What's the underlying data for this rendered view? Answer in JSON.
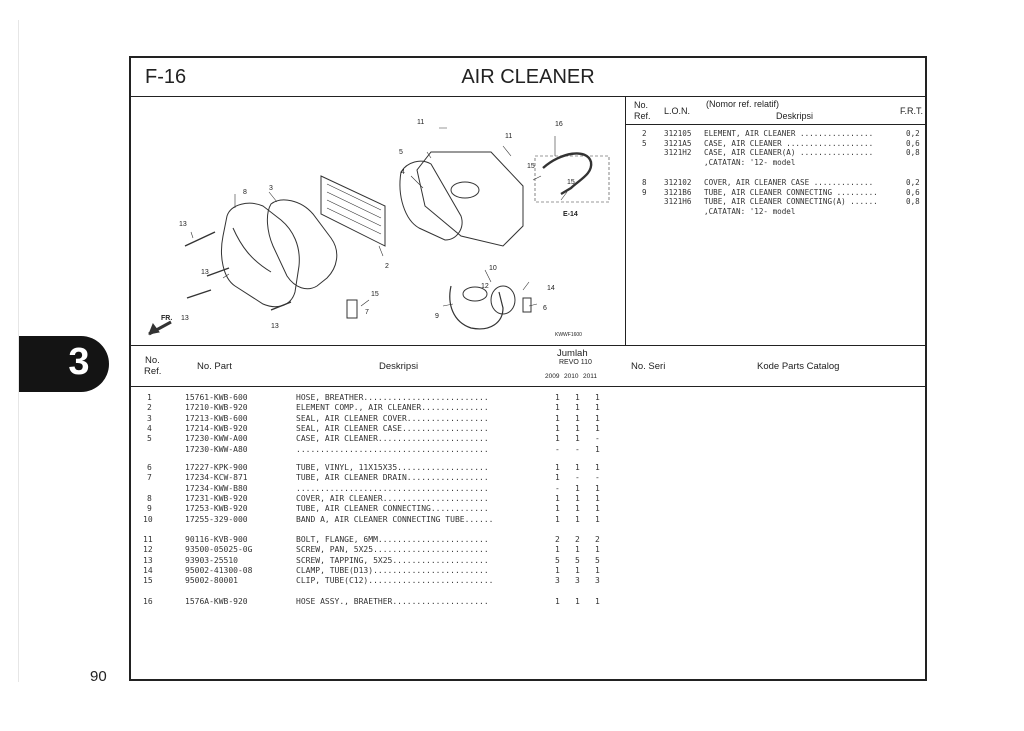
{
  "header": {
    "code": "F-16",
    "title": "AIR CLEANER"
  },
  "side_tab": {
    "number": "3"
  },
  "page_number": "90",
  "figure": {
    "callouts": [
      "16",
      "11",
      "11",
      "5",
      "15",
      "15",
      "E-14",
      "4",
      "8",
      "3",
      "13",
      "2",
      "13",
      "15",
      "7",
      "10",
      "12",
      "14",
      "9",
      "6",
      "13",
      "13",
      "FR."
    ],
    "drawing_code": "KWWF1600"
  },
  "ref_table": {
    "headers": {
      "no": "No.",
      "ref": "Ref.",
      "lon": "L.O.N.",
      "desc_top": "(Nomor ref. relatif)",
      "desc": "Deskripsi",
      "frt": "F.R.T."
    },
    "groups": [
      [
        {
          "no": "2",
          "lon": "312105",
          "desc": "ELEMENT, AIR CLEANER ................",
          "frt": "0,2"
        },
        {
          "no": "5",
          "lon": "3121A5",
          "desc": "CASE, AIR CLEANER ...................",
          "frt": "0,6"
        },
        {
          "no": "",
          "lon": "3121H2",
          "desc": "CASE, AIR CLEANER(A) ................",
          "frt": "0,8"
        },
        {
          "no": "",
          "lon": "",
          "desc": ",CATATAN: '12- model",
          "frt": ""
        }
      ],
      [
        {
          "no": "8",
          "lon": "312102",
          "desc": "COVER, AIR CLEANER CASE .............",
          "frt": "0,2"
        },
        {
          "no": "9",
          "lon": "3121B6",
          "desc": "TUBE, AIR CLEANER CONNECTING .........",
          "frt": "0,6"
        },
        {
          "no": "",
          "lon": "3121H6",
          "desc": "TUBE, AIR CLEANER CONNECTING(A) ......",
          "frt": "0,8"
        },
        {
          "no": "",
          "lon": "",
          "desc": ",CATATAN: '12- model",
          "frt": ""
        }
      ]
    ]
  },
  "parts_table": {
    "headers": {
      "no": "No.",
      "ref": "Ref.",
      "part": "No. Part",
      "desc": "Deskripsi",
      "qty": "Jumlah",
      "model": "REVO 110",
      "years": [
        "2009",
        "2010",
        "2011"
      ],
      "serial": "No. Seri",
      "catalog": "Kode Parts Catalog"
    },
    "groups": [
      [
        {
          "ref": "1",
          "part": "15761-KWB-600",
          "desc": "HOSE, BREATHER..........................",
          "q": [
            "1",
            "1",
            "1"
          ]
        },
        {
          "ref": "2",
          "part": "17210-KWB-920",
          "desc": "ELEMENT COMP., AIR CLEANER..............",
          "q": [
            "1",
            "1",
            "1"
          ]
        },
        {
          "ref": "3",
          "part": "17213-KWB-600",
          "desc": "SEAL, AIR CLEANER COVER.................",
          "q": [
            "1",
            "1",
            "1"
          ]
        },
        {
          "ref": "4",
          "part": "17214-KWB-920",
          "desc": "SEAL, AIR CLEANER CASE..................",
          "q": [
            "1",
            "1",
            "1"
          ]
        },
        {
          "ref": "5",
          "part": "17230-KWW-A00",
          "desc": "CASE, AIR CLEANER.......................",
          "q": [
            "1",
            "1",
            "-"
          ]
        },
        {
          "ref": "",
          "part": "17230-KWW-A80",
          "desc": "........................................",
          "q": [
            "-",
            "-",
            "1"
          ]
        }
      ],
      [
        {
          "ref": "6",
          "part": "17227-KPK-900",
          "desc": "TUBE, VINYL, 11X15X35...................",
          "q": [
            "1",
            "1",
            "1"
          ]
        },
        {
          "ref": "7",
          "part": "17234-KCW-871",
          "desc": "TUBE, AIR CLEANER DRAIN.................",
          "q": [
            "1",
            "-",
            "-"
          ]
        },
        {
          "ref": "",
          "part": "17234-KWW-B80",
          "desc": "........................................",
          "q": [
            "-",
            "1",
            "1"
          ]
        },
        {
          "ref": "8",
          "part": "17231-KWB-920",
          "desc": "COVER, AIR CLEANER......................",
          "q": [
            "1",
            "1",
            "1"
          ]
        },
        {
          "ref": "9",
          "part": "17253-KWB-920",
          "desc": "TUBE, AIR CLEANER CONNECTING............",
          "q": [
            "1",
            "1",
            "1"
          ]
        },
        {
          "ref": "10",
          "part": "17255-329-000",
          "desc": "BAND A, AIR CLEANER CONNECTING TUBE......",
          "q": [
            "1",
            "1",
            "1"
          ]
        }
      ],
      [
        {
          "ref": "11",
          "part": "90116-KVB-900",
          "desc": "BOLT, FLANGE, 6MM.......................",
          "q": [
            "2",
            "2",
            "2"
          ]
        },
        {
          "ref": "12",
          "part": "93500-05025-0G",
          "desc": "SCREW, PAN, 5X25........................",
          "q": [
            "1",
            "1",
            "1"
          ]
        },
        {
          "ref": "13",
          "part": "93903-25510",
          "desc": "SCREW, TAPPING, 5X25....................",
          "q": [
            "5",
            "5",
            "5"
          ]
        },
        {
          "ref": "14",
          "part": "95002-41300-08",
          "desc": "CLAMP, TUBE(D13)........................",
          "q": [
            "1",
            "1",
            "1"
          ]
        },
        {
          "ref": "15",
          "part": "95002-80001",
          "desc": "CLIP, TUBE(C12)..........................",
          "q": [
            "3",
            "3",
            "3"
          ]
        }
      ],
      [
        {
          "ref": "16",
          "part": "1576A-KWB-920",
          "desc": "HOSE ASSY., BRAETHER....................",
          "q": [
            "1",
            "1",
            "1"
          ]
        }
      ]
    ]
  }
}
